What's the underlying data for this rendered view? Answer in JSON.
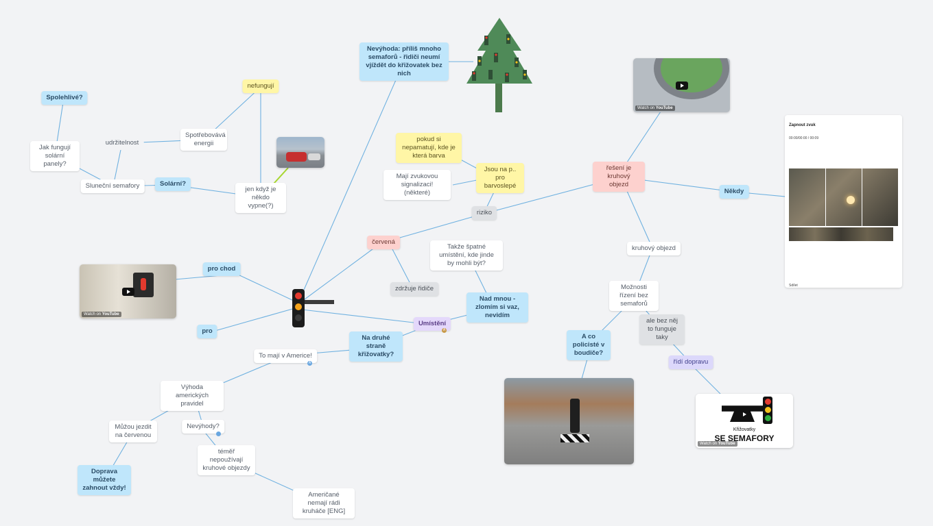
{
  "nodes": {
    "nevyhoda": "Nevýhoda: příliš mnoho semaforů - řidiči neumí vjíždět do křižovatek bez nich",
    "spolehlive": "Spolehlivé?",
    "nefunguji": "nefungují",
    "jak_funguji": "Jak fungují solární panely?",
    "udrzitelnost": "udržitelnost",
    "spotrebovava": "Spotřebovává energii",
    "slunecni": "Sluneční semafory",
    "solarni": "Solární?",
    "jen_kdyz": "jen když je někdo vypne(?)",
    "pokud_si": "pokud si nepamatují, kde je která barva",
    "jsou_na_p": "Jsou na p.. pro barvoslepé",
    "maji_zvukovou": "Mají zvukovou signalizaci! (některé)",
    "riziko": "riziko",
    "reseni": "řešení je kruhový objezd",
    "nekdy": "Někdy",
    "cervena": "červená",
    "zdrzuje": "zdržuje řidiče",
    "takze_spatne": "Takže špatné umístění, kde jinde by mohli být?",
    "pro_chod": "pro chod",
    "pro": "pro",
    "nad_mnou": "Nad mnou - zlomím si vaz, nevidím",
    "umisteni": "Umístění",
    "kruhovy_objezd": "kruhový objezd",
    "moznosti": "Možnosti řízení bez semaforů",
    "ale_bez": "ale bez něj to funguje taky",
    "na_druhe": "Na druhé straně křižovatky?",
    "to_maji": "To mají v Americe!",
    "a_co_policiste": "A co policisté v boudiče?",
    "ridi_dopravu": "řídí dopravu",
    "vyhoda": "Výhoda amerických pravidel",
    "muzou_jezdit": "Můžou jezdit na červenou",
    "nevyhody": "Nevýhody?",
    "doprava_muzete": "Doprava můžete zahnout vždy!",
    "temer": "téměř nepoužívají kruhové objezdy",
    "americane": "Američané nemají rádi kruháče [ENG]"
  },
  "badges": {
    "user": "A",
    "cow": "A"
  },
  "media": {
    "watch_label": "Watch on",
    "youtube_label": "YouTube",
    "video_title_semafory_small": "Křižovatky",
    "video_title_semafory": "SE SEMAFORY"
  },
  "panel": {
    "title": "Zapnout zvuk",
    "time": "00:00/00:00 / 00:09",
    "share": "Sdílet"
  },
  "colors": {
    "canvas": "#f2f3f5",
    "link": "#6fb1e0",
    "blue_node": "#bfe6fb",
    "yellow_node": "#fff6a6",
    "red_node": "#fdd1ce",
    "purple_node": "#e4d8fb"
  }
}
